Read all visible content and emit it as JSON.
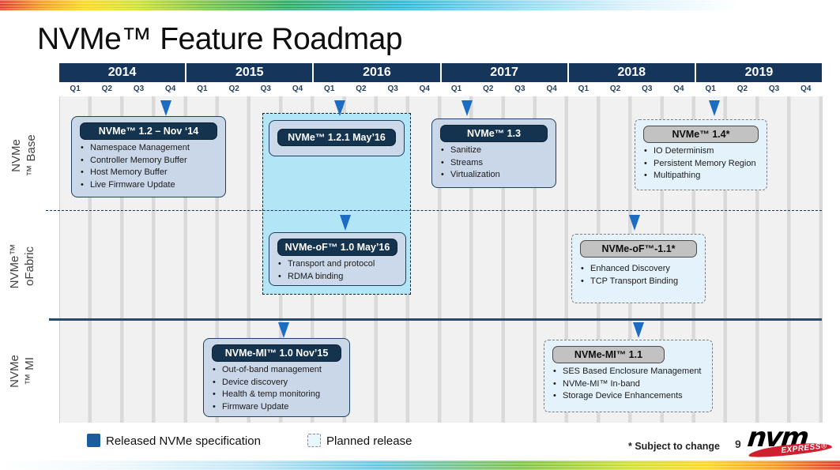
{
  "page": {
    "title": "NVMe™ Feature Roadmap",
    "footnote": "* Subject to change",
    "page_number": "9"
  },
  "logo": {
    "text": "nvm",
    "subtext": "EXPRESS®"
  },
  "timeline": {
    "years": [
      "2014",
      "2015",
      "2016",
      "2017",
      "2018",
      "2019"
    ],
    "quarters": [
      "Q1",
      "Q2",
      "Q3",
      "Q4",
      "Q1",
      "Q2",
      "Q3",
      "Q4",
      "Q1",
      "Q2",
      "Q3",
      "Q4",
      "Q1",
      "Q2",
      "Q3",
      "Q4",
      "Q1",
      "Q2",
      "Q3",
      "Q4",
      "Q1",
      "Q2",
      "Q3",
      "Q4"
    ]
  },
  "rows": {
    "base": {
      "line1": "NVMe",
      "line2": "™ Base"
    },
    "fabric": {
      "line1": "NVMe™",
      "line2": "oFabric"
    },
    "mi": {
      "line1": "NVMe",
      "line2": "™ MI"
    }
  },
  "boxes": {
    "nvme12": {
      "header": "NVMe™ 1.2 – Nov ‘14",
      "status": "released",
      "bullets": [
        "Namespace Management",
        "Controller Memory Buffer",
        "Host Memory Buffer",
        "Live Firmware Update"
      ]
    },
    "nvme121": {
      "header": "NVMe™ 1.2.1 May’16",
      "status": "released",
      "bullets": []
    },
    "nvmeof10": {
      "header": "NVMe-oF™ 1.0 May’16",
      "status": "released",
      "bullets": [
        "Transport and protocol",
        "RDMA binding"
      ]
    },
    "nvme13": {
      "header": "NVMe™ 1.3",
      "status": "released",
      "bullets": [
        "Sanitize",
        "Streams",
        "Virtualization"
      ]
    },
    "nvme14": {
      "header": "NVMe™ 1.4*",
      "status": "planned",
      "bullets": [
        "IO Determinism",
        "Persistent Memory Region",
        "Multipathing"
      ]
    },
    "nvmeof11": {
      "header": "NVMe-oF™-1.1*",
      "status": "planned",
      "bullets": [
        "Enhanced Discovery",
        "TCP Transport Binding"
      ]
    },
    "nvmemi10": {
      "header": "NVMe-MI™ 1.0 Nov’15",
      "status": "released",
      "bullets": [
        "Out-of-band management",
        "Device discovery",
        "Health & temp monitoring",
        "Firmware Update"
      ]
    },
    "nvmemi11": {
      "header": "NVMe-MI™ 1.1",
      "status": "planned",
      "bullets": [
        "SES Based Enclosure Management",
        "NVMe-MI™ In-band",
        "Storage Device Enhancements"
      ]
    }
  },
  "legend": {
    "released_label": "Released NVMe specification",
    "planned_label": "Planned release"
  },
  "colors": {
    "navy_header": "#15355b",
    "released_fill": "#c9d7e9",
    "planned_fill": "#e4f3fb",
    "planned_header_fill": "#c2c2c2",
    "fabric_region_fill": "#b2e6f7",
    "arrow_blue": "#1b6cc2",
    "legend_released_swatch": "#1d5b9d",
    "divider_blue": "#1c4e7c"
  }
}
